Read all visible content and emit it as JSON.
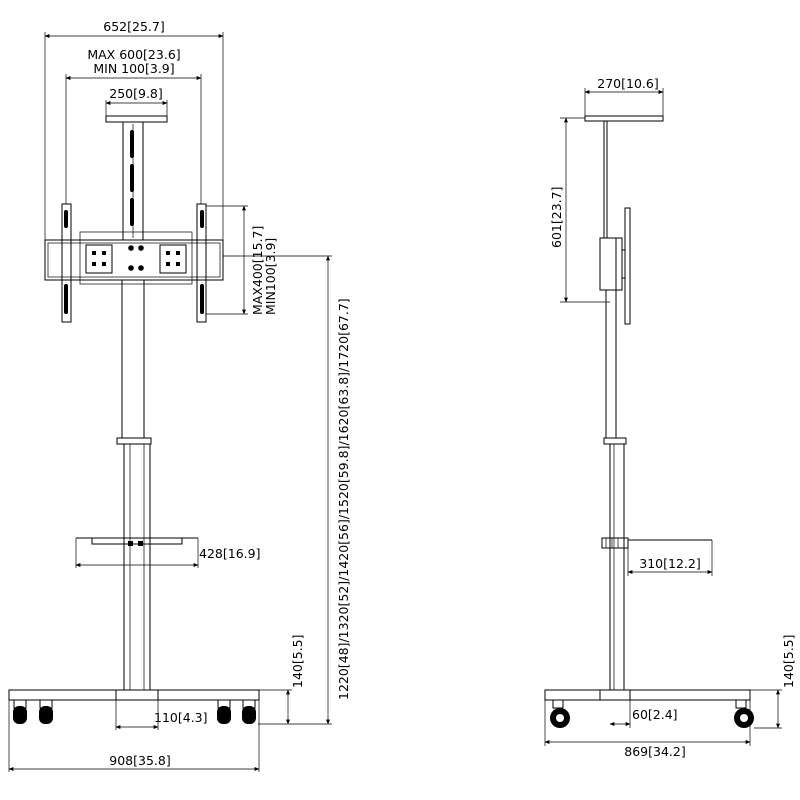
{
  "front_view": {
    "overall_width": "652[25.7]",
    "vesa_max": "MAX 600[23.6]",
    "vesa_min": "MIN 100[3.9]",
    "top_bracket": "250[9.8]",
    "vertical_max": "MAX400[15.7]",
    "vertical_min": "MIN100[3.9]",
    "heights": "1220[48]/1320[52]/1420[56]/1520[59.8]/1620[63.8]/1720[67.7]",
    "shelf_width": "428[16.9]",
    "base_height": "140[5.5]",
    "base_inner": "110[4.3]",
    "base_width": "908[35.8]"
  },
  "side_view": {
    "top_shelf_depth": "270[10.6]",
    "top_shelf_height": "601[23.7]",
    "shelf_depth": "310[12.2]",
    "base_height": "140[5.5]",
    "base_offset": "60[2.4]",
    "base_depth": "869[34.2]"
  }
}
